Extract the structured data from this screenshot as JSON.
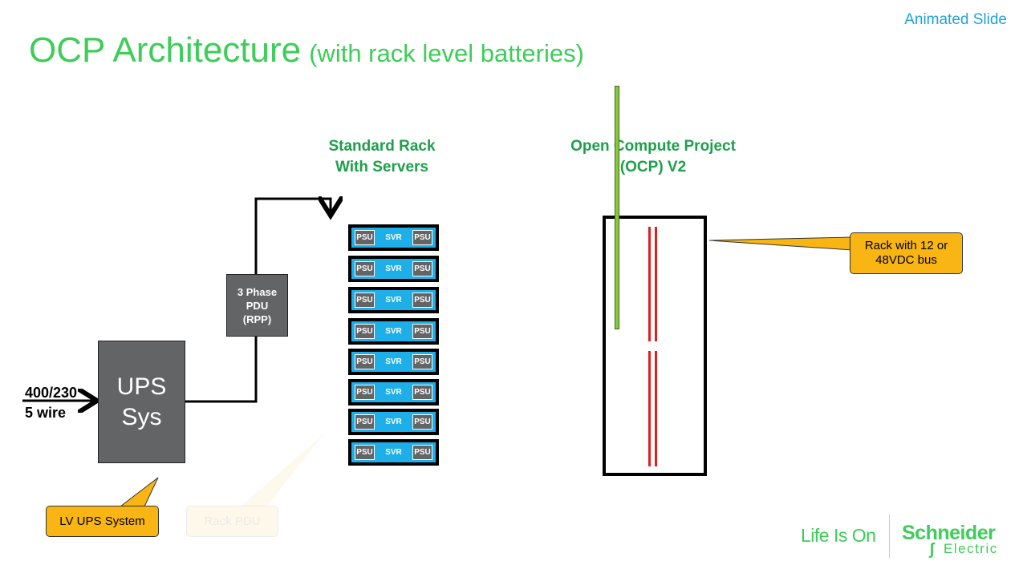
{
  "header": {
    "title": "OCP Architecture",
    "subtitle": "(with rack level batteries)",
    "slide_tag": "Animated Slide"
  },
  "input": {
    "line1": "400/230",
    "line2": "5 wire"
  },
  "ups": {
    "line1": "UPS",
    "line2": "Sys"
  },
  "pdu": {
    "line1": "3 Phase",
    "line2": "PDU",
    "line3": "(RPP)"
  },
  "standard_rack": {
    "title_line1": "Standard Rack",
    "title_line2": "With Servers",
    "servers": [
      {
        "left": "PSU",
        "center": "SVR",
        "right": "PSU"
      },
      {
        "left": "PSU",
        "center": "SVR",
        "right": "PSU"
      },
      {
        "left": "PSU",
        "center": "SVR",
        "right": "PSU"
      },
      {
        "left": "PSU",
        "center": "SVR",
        "right": "PSU"
      },
      {
        "left": "PSU",
        "center": "SVR",
        "right": "PSU"
      },
      {
        "left": "PSU",
        "center": "SVR",
        "right": "PSU"
      },
      {
        "left": "PSU",
        "center": "SVR",
        "right": "PSU"
      },
      {
        "left": "PSU",
        "center": "SVR",
        "right": "PSU"
      }
    ]
  },
  "ocp": {
    "title_line1": "Open Compute Project",
    "title_line2": "(OCP)   V2"
  },
  "callouts": {
    "lv_ups": "LV UPS System",
    "rack_pdu": "Rack PDU",
    "rack_bus_line1": "Rack with 12 or",
    "rack_bus_line2": "48VDC  bus"
  },
  "footer": {
    "tagline": "Life Is On",
    "brand_line1": "Schneider",
    "brand_line2": "Electric"
  },
  "colors": {
    "title_green": "#3dcd58",
    "slide_tag_blue": "#1ea2e0",
    "server_blue": "#1eaee8",
    "gray_box": "#636466",
    "callout_yellow": "#f8b514",
    "bus_red": "#e02020"
  }
}
